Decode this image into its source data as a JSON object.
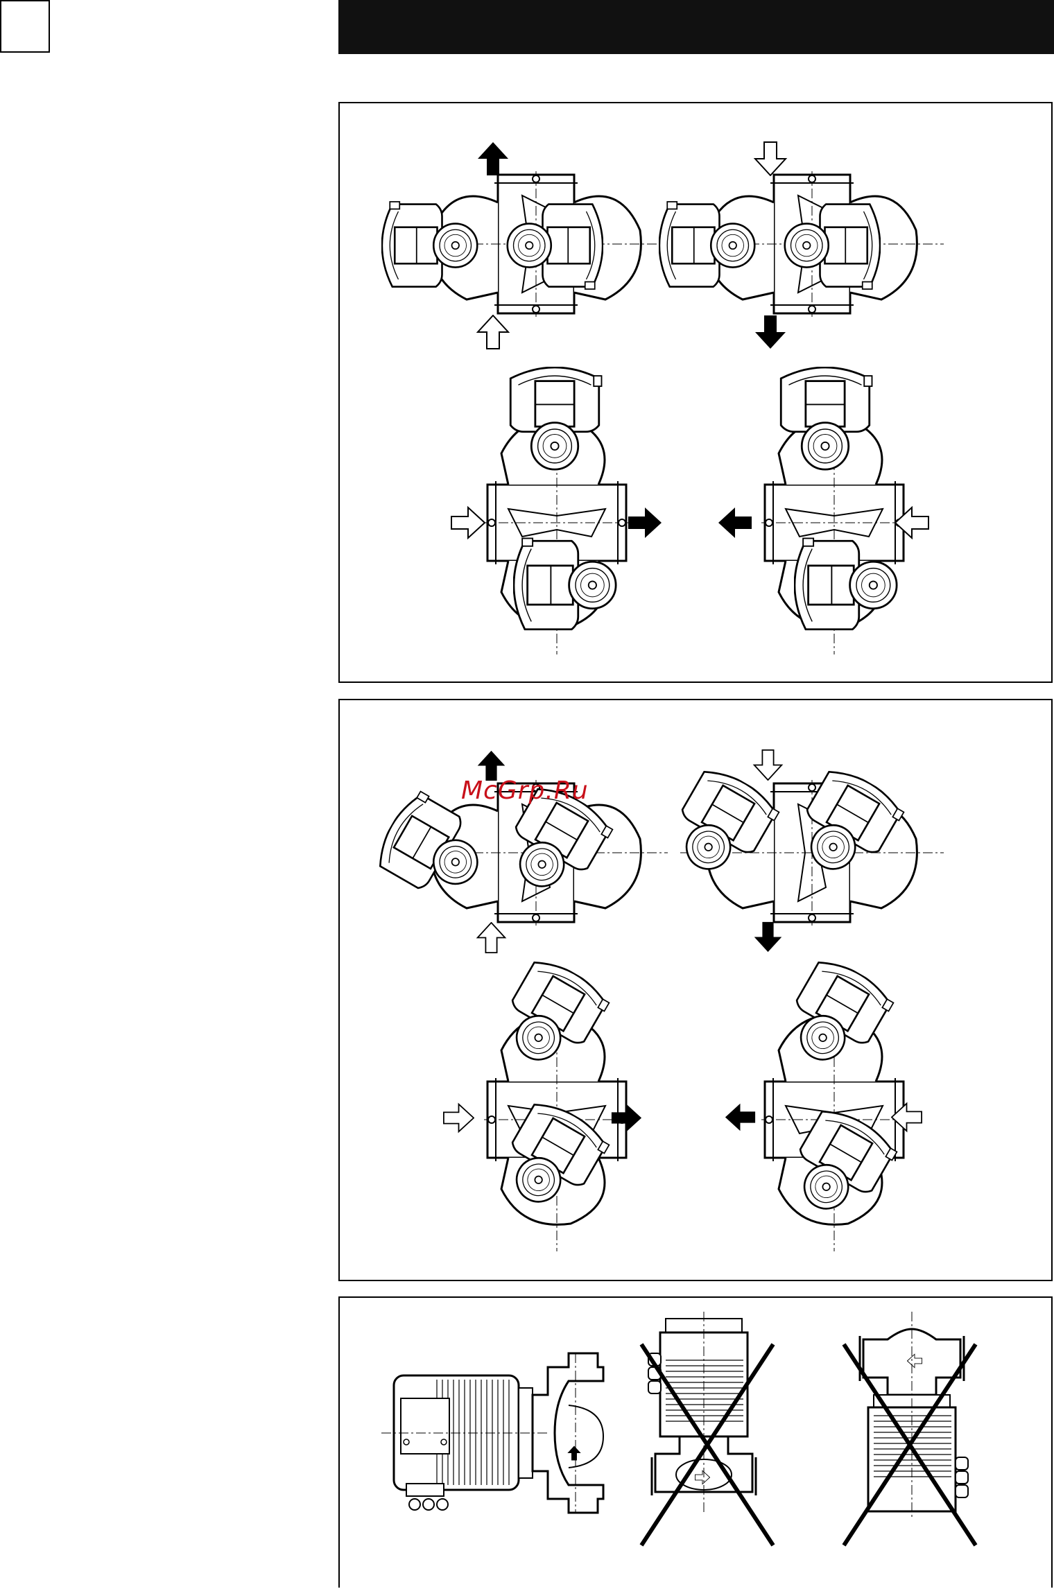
{
  "header": {
    "bar_color": "#111111"
  },
  "watermark": {
    "text": "McGrp.Ru",
    "color": "#c8101a"
  },
  "figures": [
    {
      "id": "twin-pump-mounting-positions-1",
      "diagram_count": 4
    },
    {
      "id": "twin-pump-mounting-positions-2",
      "diagram_count": 4
    },
    {
      "id": "pump-installation-orientation",
      "diagram_count": 3,
      "crossed_out_count": 2
    }
  ]
}
